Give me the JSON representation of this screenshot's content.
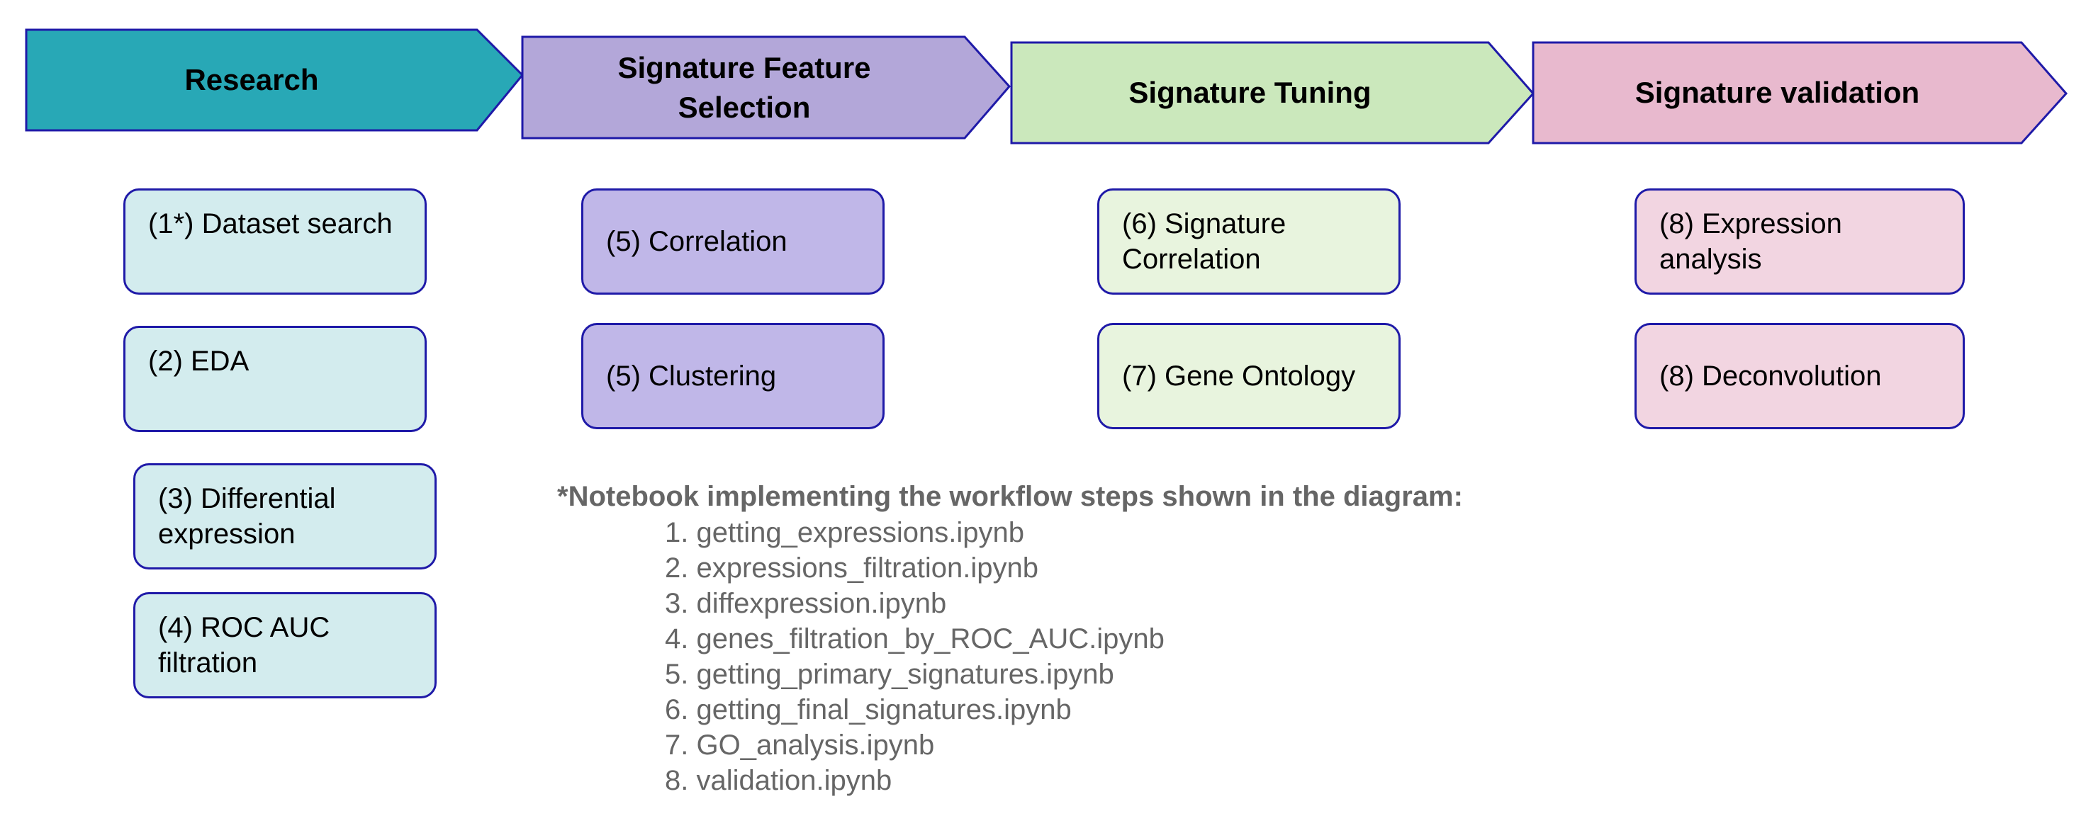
{
  "phases": [
    {
      "label": "Research",
      "color": "#28a8b6"
    },
    {
      "label": "Signature Feature Selection",
      "color": "#b3a7d9"
    },
    {
      "label": "Signature Tuning",
      "color": "#cbe8bc"
    },
    {
      "label": "Signature validation",
      "color": "#e8b9ce"
    }
  ],
  "steps": {
    "research": [
      "(1*) Dataset search",
      "(2) EDA",
      "(3) Differential expression",
      "(4) ROC AUC filtration"
    ],
    "feature_selection": [
      "(5) Correlation",
      "(5) Clustering"
    ],
    "tuning": [
      "(6) Signature Correlation",
      "(7) Gene Ontology"
    ],
    "validation": [
      "(8) Expression analysis",
      "(8) Deconvolution"
    ]
  },
  "notes": {
    "title": "*Notebook implementing the workflow steps shown in the diagram:",
    "items": [
      "1. getting_expressions.ipynb",
      "2. expressions_filtration.ipynb",
      "3. diffexpression.ipynb",
      "4. genes_filtration_by_ROC_AUC.ipynb",
      "5. getting_primary_signatures.ipynb",
      "6. getting_final_signatures.ipynb",
      "7. GO_analysis.ipynb",
      "8. validation.ipynb"
    ]
  },
  "colors": {
    "border": "#1f1aa8",
    "notes_text": "#666666"
  }
}
